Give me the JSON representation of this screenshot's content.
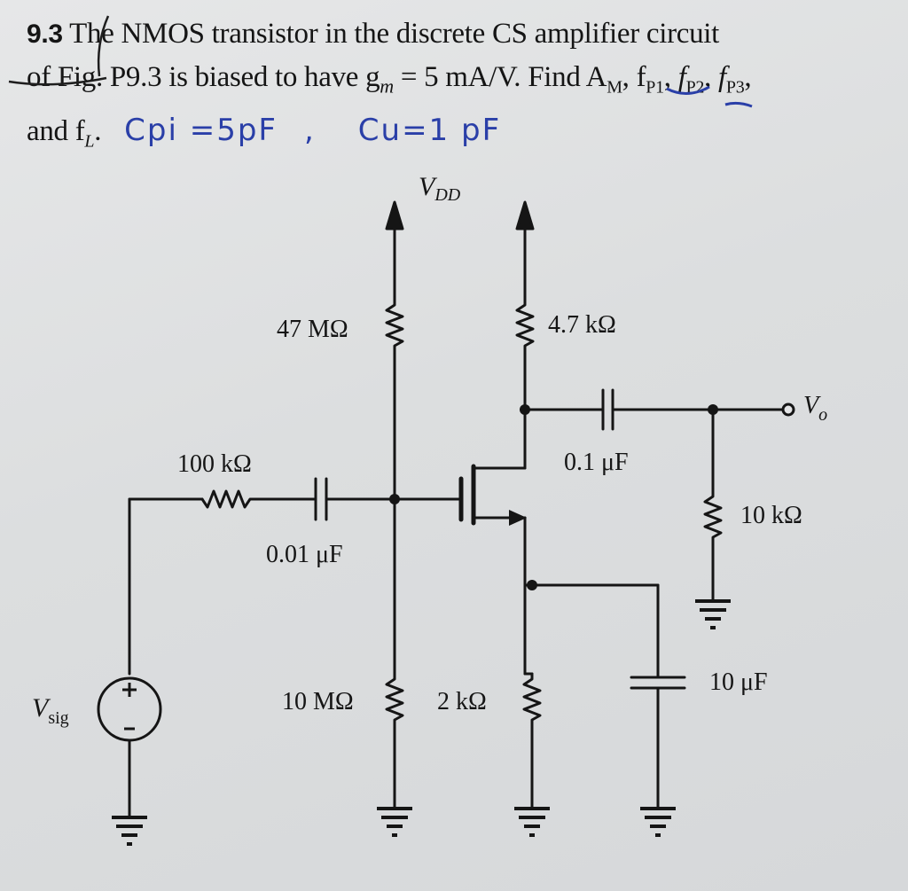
{
  "problem": {
    "number": "9.3",
    "line1": "The NMOS transistor in the discrete CS amplifier circuit",
    "line2": "of Fig. P9.3 is biased to have g",
    "line2_sub": "m",
    "line2_rest": " = 5 mA/V. Find A",
    "line2_sub2": "M",
    "line2_rest2": ", f",
    "fp1_sub": "P1",
    "fp2_sub": "P2",
    "fp3_sub": "P3",
    "line3": "and f",
    "line3_sub": "L",
    "line3_end": ".",
    "note_cpi": "Cpi =5pF",
    "note_sep": ",",
    "note_cu": "Cu=1 pF"
  },
  "labels": {
    "vdd": "V",
    "vdd_sub": "DD",
    "r_gate_top": "47 MΩ",
    "r_drain": "4.7 kΩ",
    "vo": "V",
    "vo_sub": "o",
    "r_sig": "100 kΩ",
    "c_out": "0.1 μF",
    "r_load": "10 kΩ",
    "c_in": "0.01 μF",
    "vsig": "V",
    "vsig_sub": "sig",
    "r_gate_bot": "10 MΩ",
    "r_source": "2 kΩ",
    "c_source": "10 μF"
  },
  "colors": {
    "ink": "#151515",
    "annotation": "#2a3fa8"
  }
}
